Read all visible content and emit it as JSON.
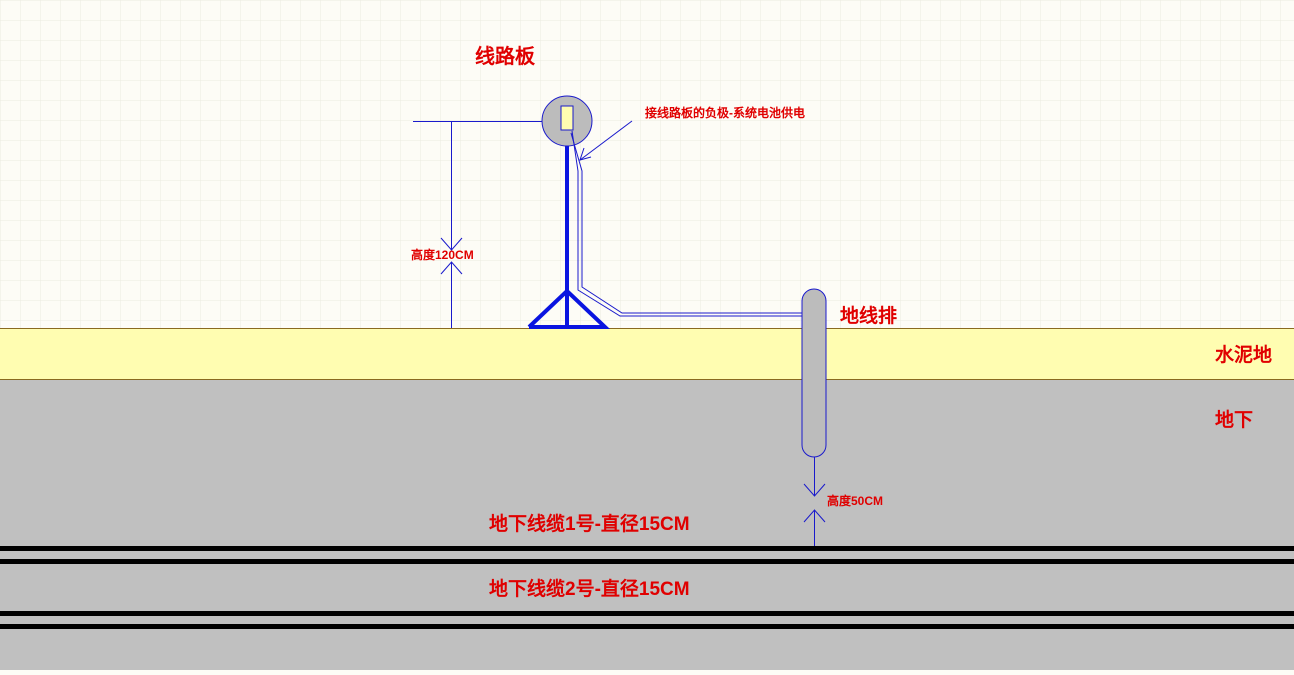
{
  "labels": {
    "circuit_board": "线路板",
    "negative_note": "接线路板的负极-系统电池供电",
    "height_board": "高度120CM",
    "ground_bar": "地线排",
    "concrete": "水泥地",
    "underground": "地下",
    "height_bar": "高度50CM",
    "cable1": "地下线缆1号-直径15CM",
    "cable2": "地下线缆2号-直径15CM"
  },
  "colors": {
    "grid_background": "#fdfcf6",
    "grid_line": "#ecebe0",
    "concrete_fill": "#fffdb1",
    "underground_fill": "#c0c0c0",
    "wire": "#1a1acc",
    "stand": "#0a14e0",
    "label_red": "#e00000",
    "cable": "#000000",
    "node_fill": "#bcbcbc"
  }
}
